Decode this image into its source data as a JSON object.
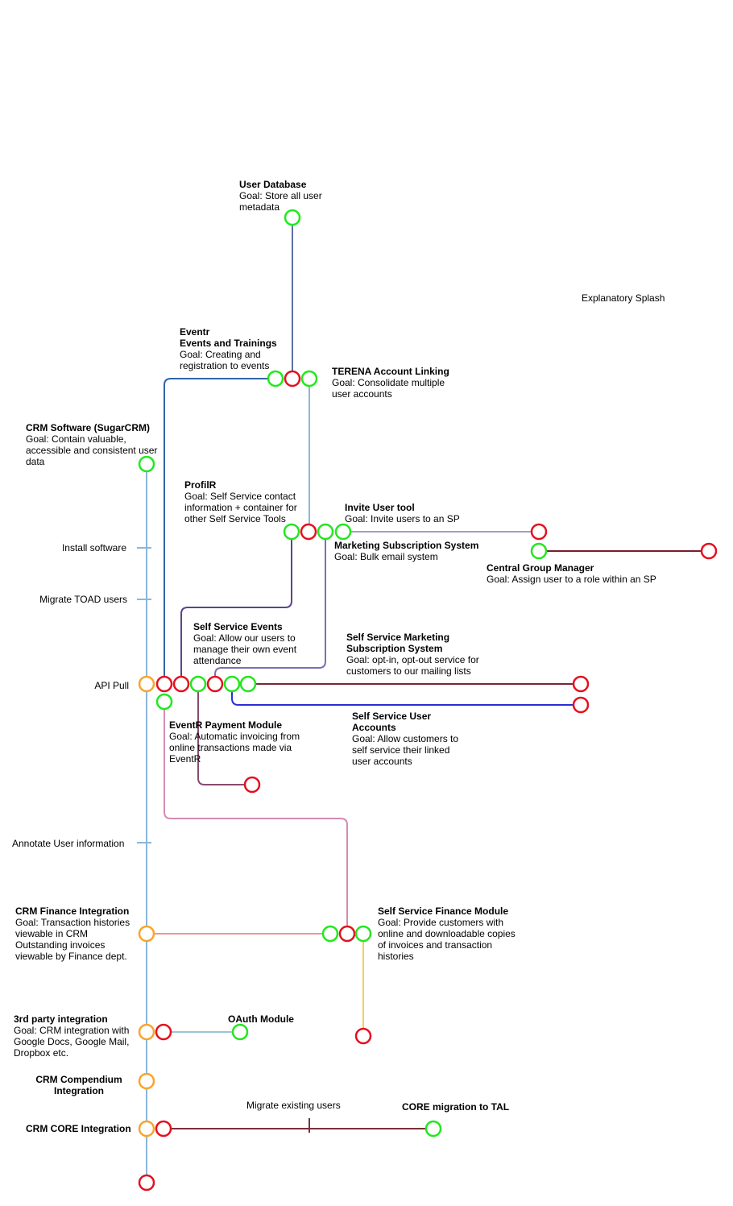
{
  "colors": {
    "spine": "#8bb6da",
    "eventr_line": "#2f65a3",
    "userdb_line": "#5a6fa2",
    "profilr_line": "#5a4589",
    "marketing_line": "#7b6fb2",
    "invite_line": "#a49ac6",
    "central_line": "#7a1d27",
    "payment_line": "#8a4a6e",
    "ssmarketing_line": "#7a2535",
    "ssaccounts_line": "#2a2fd6",
    "finance_branch_line": "#d48bb4",
    "crm_finance_line": "#e39b92",
    "oauth_line": "#9ec4d4",
    "finance_yellow_line": "#f3cf57",
    "core_line": "#7a3138",
    "station_green": "#22e71e",
    "station_red": "#e3101f",
    "station_orange": "#f6a52c"
  },
  "labels": {
    "user_database": {
      "title": "User Database",
      "goal": [
        "Goal: Store all user",
        "metadata"
      ]
    },
    "explanatory": "Explanatory Splash",
    "eventr": {
      "title": [
        "Eventr",
        "Events and Trainings"
      ],
      "goal": [
        "Goal: Creating and",
        "registration to events"
      ]
    },
    "terena": {
      "title": "TERENA Account Linking",
      "goal": [
        "Goal: Consolidate multiple",
        "user accounts"
      ]
    },
    "crm_software": {
      "title": "CRM Software (SugarCRM)",
      "goal": [
        "Goal: Contain valuable,",
        "accessible and consistent user",
        "data"
      ]
    },
    "profilr": {
      "title": "ProfilR",
      "goal": [
        "Goal: Self Service contact",
        "information + container for",
        "other Self Service Tools"
      ]
    },
    "invite": {
      "title": "Invite User tool",
      "goal": [
        "Goal: Invite users to an SP"
      ]
    },
    "marketing": {
      "title": "Marketing Subscription System",
      "goal": [
        "Goal: Bulk email system"
      ]
    },
    "central": {
      "title": "Central Group Manager",
      "goal": [
        "Goal: Assign user to a role within an SP"
      ]
    },
    "install": "Install software",
    "migrate_toad": "Migrate TOAD users",
    "ss_events": {
      "title": "Self Service Events",
      "goal": [
        "Goal: Allow our users to",
        "manage their own event",
        "attendance"
      ]
    },
    "ss_marketing": {
      "title": [
        "Self Service Marketing",
        "Subscription System"
      ],
      "goal": [
        "Goal: opt-in, opt-out service for",
        "customers to our mailing lists"
      ]
    },
    "api_pull": "API Pull",
    "ss_accounts": {
      "title": [
        "Self Service User",
        "Accounts"
      ],
      "goal": [
        "Goal: Allow customers to",
        "self service their linked",
        "user accounts"
      ]
    },
    "payment": {
      "title": "EventR Payment Module",
      "goal": [
        "Goal: Automatic invoicing from",
        "online transactions made via",
        "EventR"
      ]
    },
    "annotate": "Annotate User information",
    "crm_finance": {
      "title": "CRM Finance Integration",
      "goal": [
        "Goal: Transaction histories",
        "viewable in CRM",
        "Outstanding invoices",
        "viewable by Finance dept."
      ]
    },
    "ss_finance": {
      "title": "Self Service Finance Module",
      "goal": [
        "Goal: Provide customers with",
        "online and downloadable copies",
        "of invoices and transaction",
        "histories"
      ]
    },
    "third_party": {
      "title": "3rd party integration",
      "goal": [
        "Goal: CRM integration with",
        "Google Docs, Google Mail,",
        "Dropbox etc."
      ]
    },
    "oauth": {
      "title": "OAuth Module"
    },
    "compendium": {
      "title": [
        "CRM Compendium",
        "Integration"
      ]
    },
    "migrate_existing": "Migrate existing users",
    "core_tal": {
      "title": "CORE migration to TAL"
    },
    "crm_core": {
      "title": "CRM CORE Integration"
    }
  }
}
